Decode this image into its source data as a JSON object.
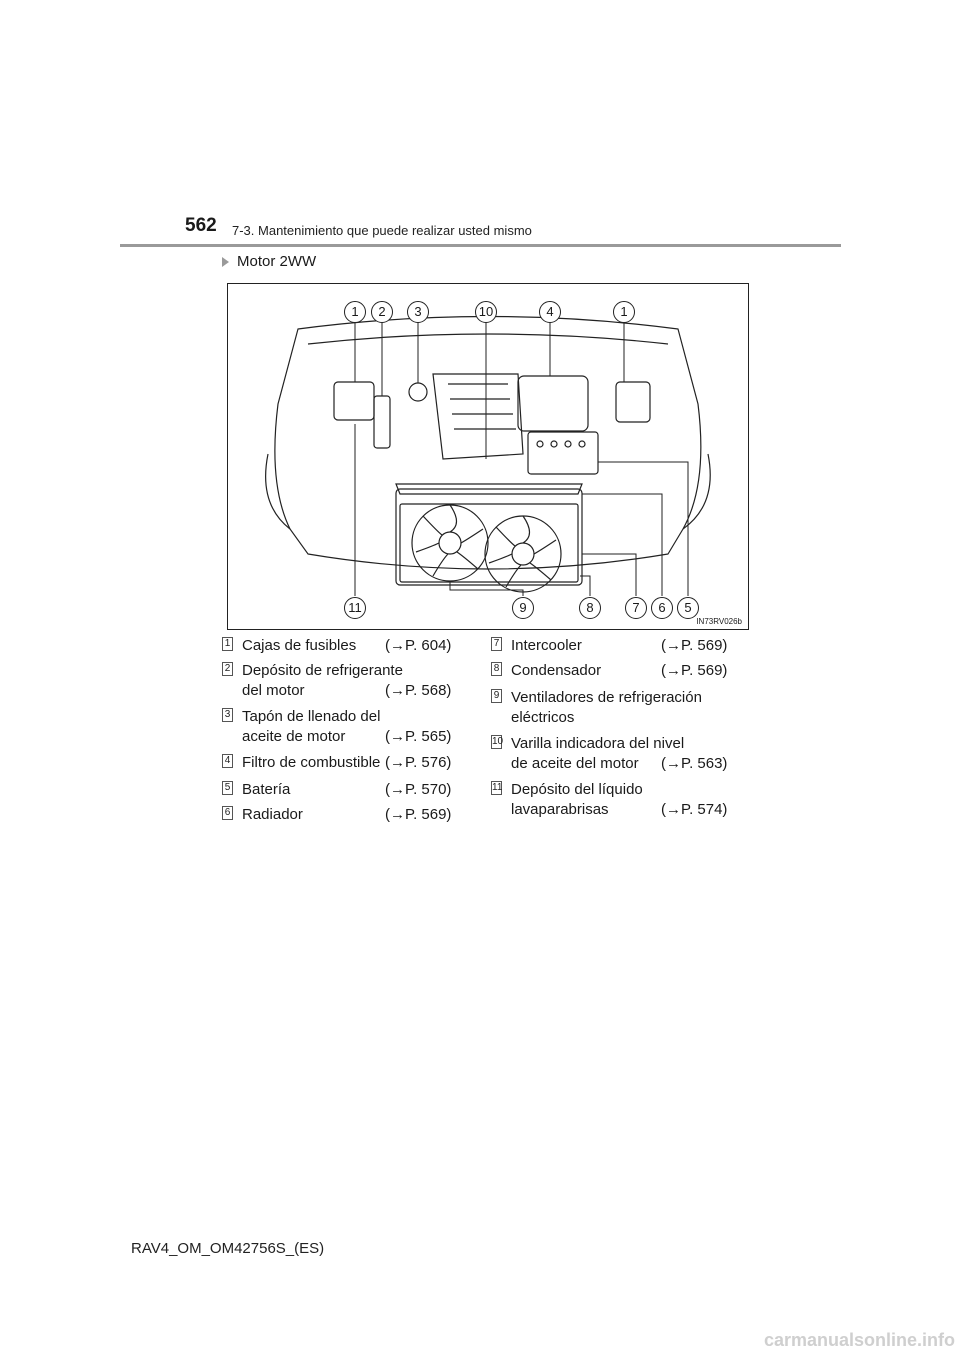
{
  "header": {
    "page_number": "562",
    "section_title": "7-3. Mantenimiento que puede realizar usted mismo"
  },
  "subheading": "Motor 2WW",
  "figure": {
    "code": "IN73RV026b",
    "callouts_top": [
      "1",
      "2",
      "3",
      "10",
      "4",
      "1"
    ],
    "callouts_bottom": [
      "11",
      "9",
      "8",
      "7",
      "6",
      "5"
    ]
  },
  "legend": {
    "left": [
      {
        "num": "1",
        "line1": "Cajas de fusibles",
        "line2": "",
        "ref": "(→P. 604)"
      },
      {
        "num": "2",
        "line1": "Depósito de refrigerante",
        "line2": "del motor",
        "ref": "(→P. 568)"
      },
      {
        "num": "3",
        "line1": "Tapón de llenado del",
        "line2": "aceite de motor",
        "ref": "(→P. 565)"
      },
      {
        "num": "4",
        "line1": "Filtro de combustible",
        "line2": "",
        "ref": "(→P. 576)"
      },
      {
        "num": "5",
        "line1": "Batería",
        "line2": "",
        "ref": "(→P. 570)"
      },
      {
        "num": "6",
        "line1": "Radiador",
        "line2": "",
        "ref": "(→P. 569)"
      }
    ],
    "right": [
      {
        "num": "7",
        "line1": "Intercooler",
        "line2": "",
        "ref": "(→P. 569)"
      },
      {
        "num": "8",
        "line1": "Condensador",
        "line2": "",
        "ref": "(→P. 569)"
      },
      {
        "num": "9",
        "line1": "Ventiladores de refrigeración",
        "line2": "eléctricos",
        "ref": ""
      },
      {
        "num": "10",
        "line1": "Varilla indicadora del nivel",
        "line2": "de aceite del motor",
        "ref": "(→P. 563)"
      },
      {
        "num": "11",
        "line1": "Depósito del líquido",
        "line2": "lavaparabrisas",
        "ref": "(→P. 574)"
      }
    ]
  },
  "footer": "RAV4_OM_OM42756S_(ES)",
  "watermark": "carmanualsonline.info"
}
